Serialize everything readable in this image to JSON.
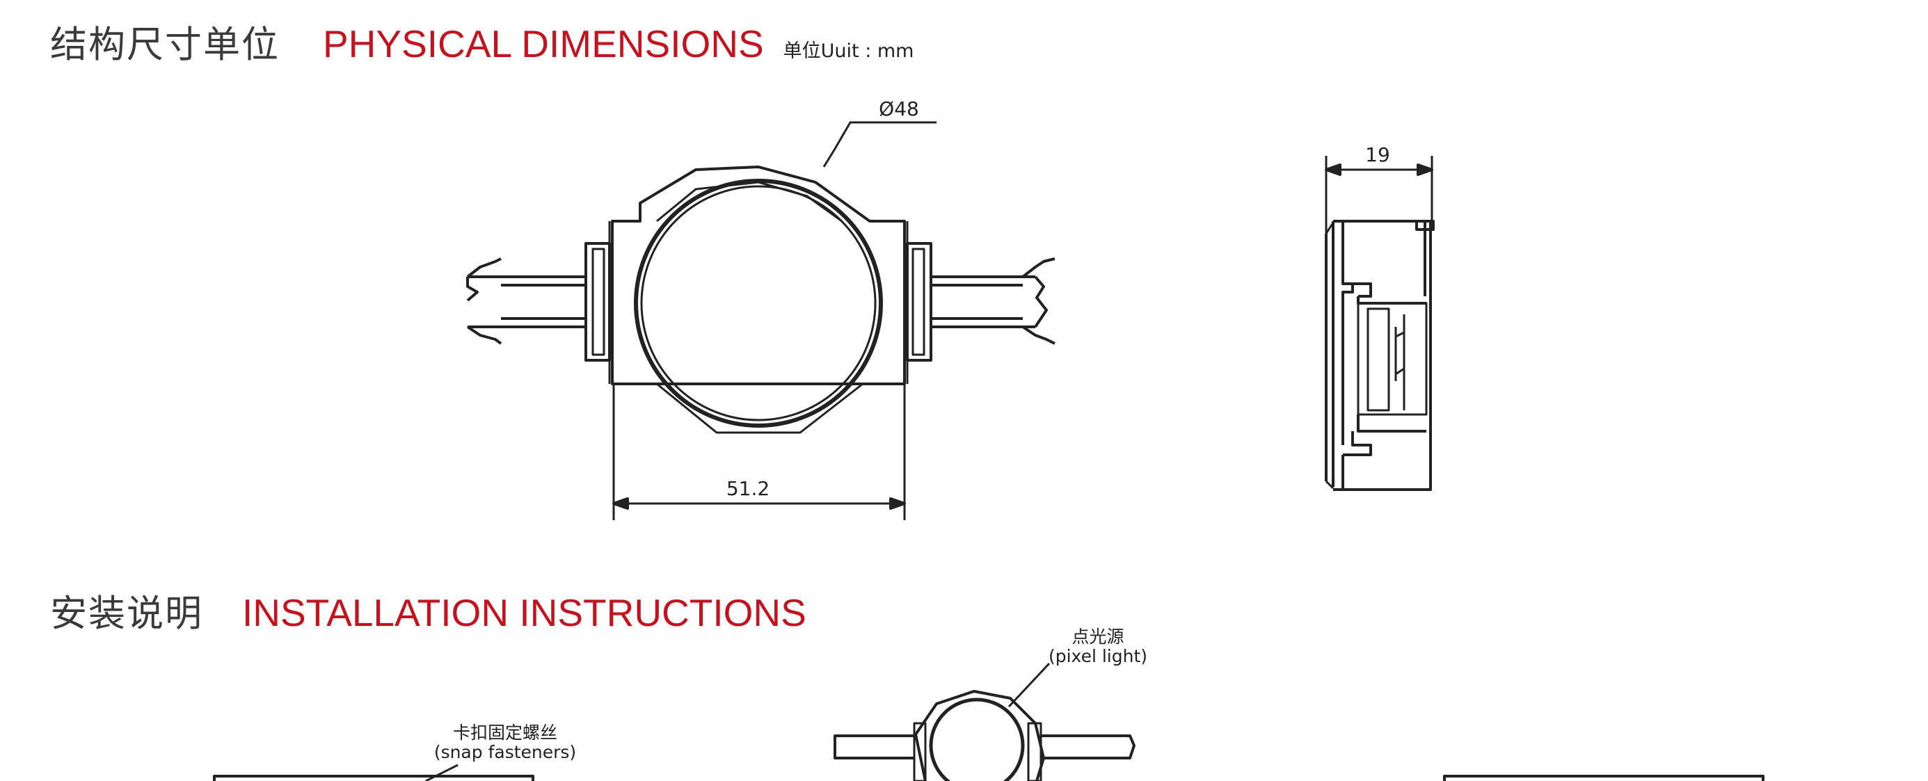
{
  "dimensions_section": {
    "title_cn": "结构尺寸单位",
    "title_en": "PHYSICAL DIMENSIONS",
    "unit_label": "单位Uuit : mm"
  },
  "front_view": {
    "diameter_label": "Ø48",
    "width_label": "51.2"
  },
  "side_view": {
    "depth_label": "19"
  },
  "installation_section": {
    "title_cn": "安装说明",
    "title_en": "INSTALLATION INSTRUCTIONS"
  },
  "callouts": {
    "pixel_light_cn": "点光源",
    "pixel_light_en": "(pixel light)",
    "snap_fasteners_cn": "卡扣固定螺丝",
    "snap_fasteners_en": "(snap fasteners)"
  },
  "colors": {
    "accent_red": "#c4131f",
    "heading_gray": "#3a3a3a",
    "line": "#222222"
  }
}
